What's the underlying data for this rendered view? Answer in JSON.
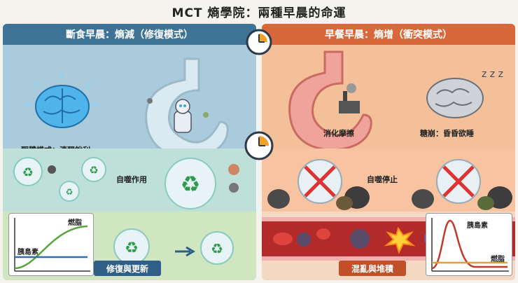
{
  "title": "MCT 熵學院：兩種早晨的命運",
  "left": {
    "header": "斷食早晨：熵減（修復模式）",
    "brain_label": "酮體模式：清醒銳利",
    "autophagy_label": "自噬作用",
    "ribbon": "修復與更新",
    "chart_label_top": "燃脂",
    "chart_label_bottom": "胰島素"
  },
  "right": {
    "header": "早餐早晨：熵增（衝突模式）",
    "digest_label": "消化摩擦",
    "brain_label": "糖崩：昏昏欲睡",
    "autophagy_label": "自噬停止",
    "ribbon": "混亂與堆積",
    "chart_label_top": "胰島素",
    "chart_label_bottom": "燃脂"
  },
  "colors": {
    "left_header": "#3f7396",
    "right_header": "#d8683a",
    "fat_line": "#5aa43c",
    "insulin_line_left": "#2f6fb0",
    "insulin_line_right": "#c0392b",
    "fat_line_right": "#e0a030"
  }
}
